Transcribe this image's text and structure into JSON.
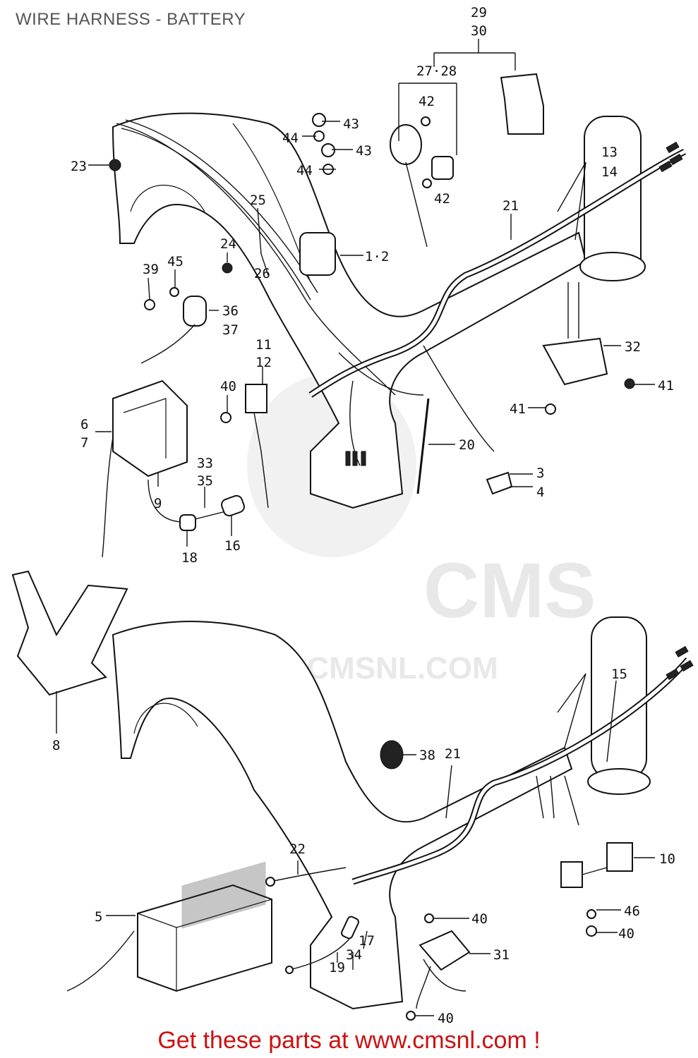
{
  "title": "WIRE HARNESS - BATTERY",
  "footer": "Get these parts at www.cmsnl.com !",
  "watermark": {
    "brand": "CMS",
    "url": "WWW.CMSNL.COM"
  },
  "colors": {
    "title": "#555555",
    "footer": "#cc1111",
    "watermark": "#e6e6e6",
    "line": "#111111"
  },
  "callouts": {
    "p29": "29",
    "p30": "30",
    "p27_28": "27·28",
    "p42a": "42",
    "p42b": "42",
    "p43a": "43",
    "p43b": "43",
    "p44a": "44",
    "p44b": "44",
    "p23": "23",
    "p13": "13",
    "p14": "14",
    "p21a": "21",
    "p25": "25",
    "p26": "26",
    "p1_2": "1·2",
    "p24": "24",
    "p39": "39",
    "p45": "45",
    "p36": "36",
    "p37": "37",
    "p11": "11",
    "p12": "12",
    "p32": "32",
    "p41a": "41",
    "p41b": "41",
    "p40a": "40",
    "p6": "6",
    "p7": "7",
    "p20": "20",
    "p3": "3",
    "p4": "4",
    "p9": "9",
    "p33": "33",
    "p35": "35",
    "p18": "18",
    "p16": "16",
    "p8": "8",
    "p15": "15",
    "p38": "38",
    "p21b": "21",
    "p22": "22",
    "p10": "10",
    "p5": "5",
    "p40b": "40",
    "p46": "46",
    "p40c": "40",
    "p17": "17",
    "p34": "34",
    "p19": "19",
    "p31": "31",
    "p40d": "40"
  }
}
